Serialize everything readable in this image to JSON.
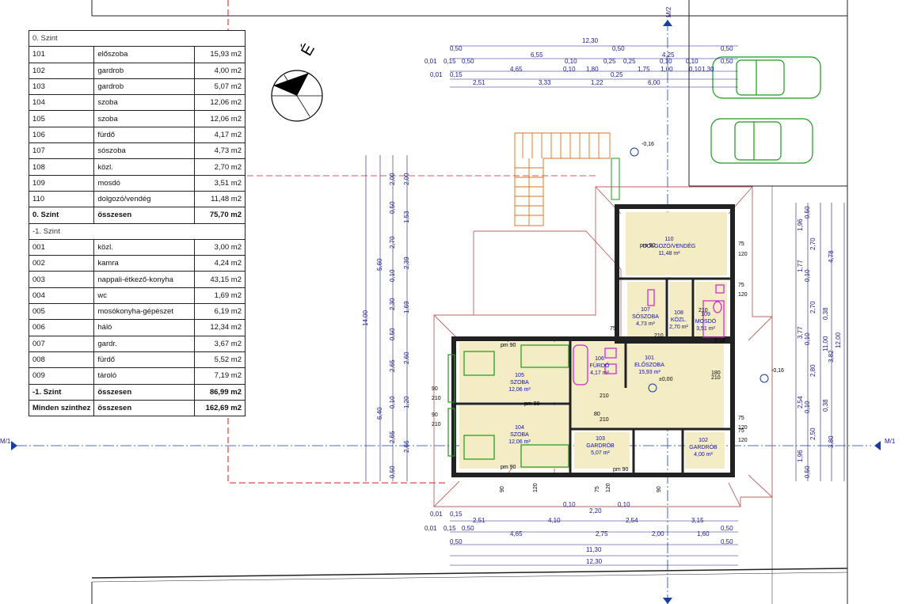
{
  "table": {
    "level0_header": "0. Szint",
    "level0_rows": [
      {
        "num": "101",
        "name": "előszoba",
        "area": "15,93 m2"
      },
      {
        "num": "102",
        "name": "gardrob",
        "area": "4,00 m2"
      },
      {
        "num": "103",
        "name": "gardrob",
        "area": "5,07 m2"
      },
      {
        "num": "104",
        "name": "szoba",
        "area": "12,06 m2"
      },
      {
        "num": "105",
        "name": "szoba",
        "area": "12,06 m2"
      },
      {
        "num": "106",
        "name": "fürdő",
        "area": "4,17 m2"
      },
      {
        "num": "107",
        "name": "sószoba",
        "area": "4,73 m2"
      },
      {
        "num": "108",
        "name": "közl.",
        "area": "2,70 m2"
      },
      {
        "num": "109",
        "name": "mosdó",
        "area": "3,51 m2"
      },
      {
        "num": "110",
        "name": "dolgozó/vendég",
        "area": "11,48 m2"
      }
    ],
    "level0_total": {
      "label": "0. Szint",
      "word": "összesen",
      "area": "75,70 m2"
    },
    "levelm1_header": "-1. Szint",
    "levelm1_rows": [
      {
        "num": "001",
        "name": "közl.",
        "area": "3,00 m2"
      },
      {
        "num": "002",
        "name": "kamra",
        "area": "4,24 m2"
      },
      {
        "num": "003",
        "name": "nappali-étkező-konyha",
        "area": "43,15 m2"
      },
      {
        "num": "004",
        "name": "wc",
        "area": "1,69 m2"
      },
      {
        "num": "005",
        "name": "mosókonyha-gépészet",
        "area": "6,19 m2"
      },
      {
        "num": "006",
        "name": "háló",
        "area": "12,34 m2"
      },
      {
        "num": "007",
        "name": "gardr.",
        "area": "3,67 m2"
      },
      {
        "num": "008",
        "name": "fürdő",
        "area": "5,52 m2"
      },
      {
        "num": "009",
        "name": "tároló",
        "area": "7,19 m2"
      }
    ],
    "levelm1_total": {
      "label": "-1. Szint",
      "word": "összesen",
      "area": "86,99 m2"
    },
    "grand_total": {
      "label": "Minden szinthez",
      "word": "összesen",
      "area": "162,69 m2"
    }
  },
  "north_label": "É",
  "axis_labels": {
    "m2_top": "M/2",
    "m1_left": "M/1",
    "m1_right": "M/1"
  },
  "level_marks": {
    "entrance": "±0,00",
    "left_ext": "-0,16",
    "right_ext": "-0,16"
  },
  "rooms": [
    {
      "num": "110",
      "name": "DOLGOZÓ/VENDÉG",
      "area": "11,48 m²"
    },
    {
      "num": "107",
      "name": "SÓSZOBA",
      "area": "4,73 m²"
    },
    {
      "num": "108",
      "name": "KÖZL.",
      "area": "2,70 m²"
    },
    {
      "num": "109",
      "name": "MOSDÓ",
      "area": "3,51 m²"
    },
    {
      "num": "106",
      "name": "FÜRDŐ",
      "area": "4,17 m²"
    },
    {
      "num": "101",
      "name": "ELŐSZOBA",
      "area": "15,93 m²"
    },
    {
      "num": "105",
      "name": "SZOBA",
      "area": "12,06 m²"
    },
    {
      "num": "104",
      "name": "SZOBA",
      "area": "12,06 m²"
    },
    {
      "num": "103",
      "name": "GARDRÓB",
      "area": "5,07 m²"
    },
    {
      "num": "102",
      "name": "GARDRÓB",
      "area": "4,00 m²"
    }
  ],
  "dims_top": {
    "row1": [
      "12,30"
    ],
    "row2": [
      "0,50",
      "6,55",
      "0,50",
      "4,25",
      "0,50"
    ],
    "row3": [
      "0,01",
      "0,15",
      "0,50",
      "4,65",
      "0,10",
      "0,25",
      "0,25",
      "0,10",
      "0,10",
      "0,50"
    ],
    "row4": [
      "0,01",
      "0,15",
      "1,80",
      "1,00",
      "1,30"
    ],
    "row5": [
      "2,51",
      "3,33",
      "1,22",
      "6,00"
    ],
    "row6": [
      "0,10",
      "1,75",
      "0,25",
      "0,10"
    ]
  },
  "dims_bottom": {
    "row1": [
      "0,01",
      "0,15",
      "0,10",
      "0,10"
    ],
    "row2": [
      "2,51",
      "4,10",
      "2,20",
      "2,54",
      "3,15"
    ],
    "row3": [
      "0,01",
      "0,15",
      "0,50",
      "4,65",
      "2,75",
      "2,00",
      "1,60",
      "0,50"
    ],
    "row4": [
      "0,50",
      "11,30",
      "0,50"
    ],
    "row5": [
      "12,30"
    ]
  },
  "dims_left": [
    "14,00",
    "5,60",
    "6,40",
    "2,00",
    "2,00",
    "0,50",
    "1,53",
    "2,70",
    "0,10",
    "2,39",
    "2,30",
    "1,69",
    "0,50",
    "2,60",
    "2,65",
    "1,20",
    "0,10",
    "2,65",
    "2,66",
    "0,50"
  ],
  "dims_right": [
    "1,96",
    "0,50",
    "2,70",
    "1,77",
    "0,10",
    "2,70",
    "0,10",
    "0,38",
    "3,77",
    "2,80",
    "2,54",
    "0,10",
    "0,38",
    "2,50",
    "1,96",
    "0,50",
    "4,78",
    "3,82",
    "11,00",
    "12,00",
    "3,80"
  ],
  "door_marks": [
    "75",
    "120",
    "75",
    "120",
    "75",
    "120",
    "75",
    "120",
    "90",
    "210",
    "90",
    "210",
    "90",
    "120",
    "75",
    "120",
    "90",
    "210",
    "180",
    "210",
    "210",
    "210",
    "210",
    "pm 90",
    "pm 90",
    "pm 90",
    "pm 90",
    "pm 90",
    "80",
    "75",
    "0,16"
  ]
}
